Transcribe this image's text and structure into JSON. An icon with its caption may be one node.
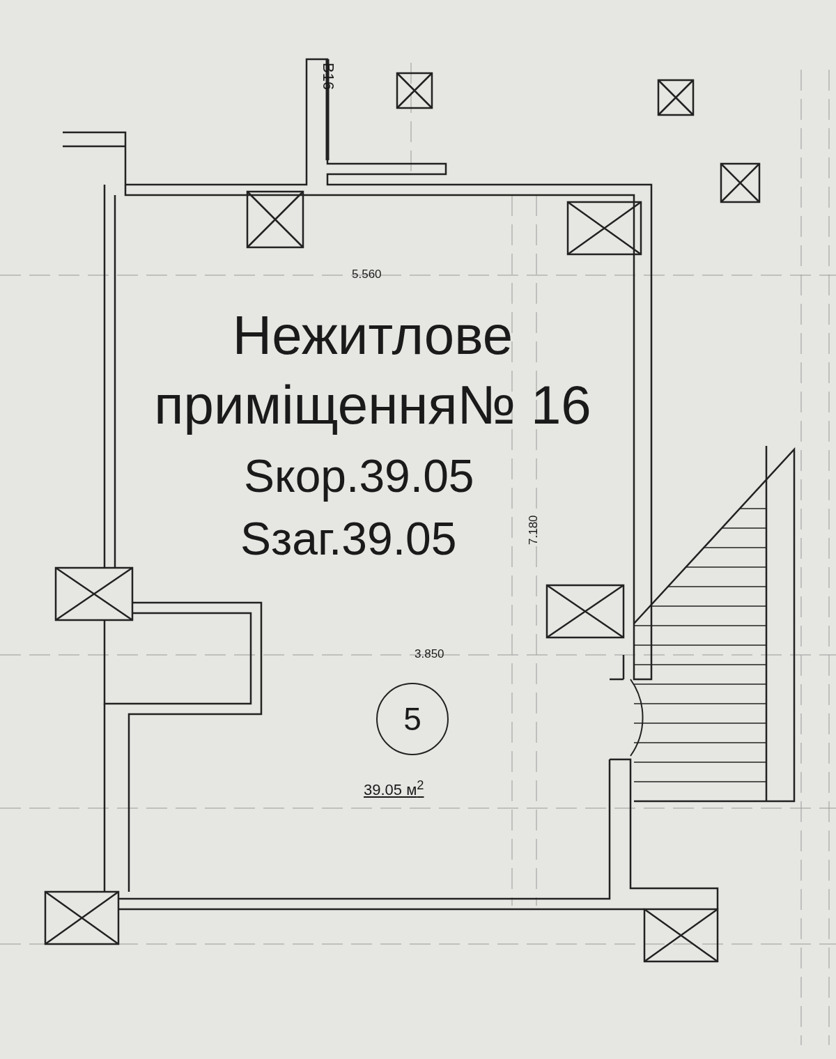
{
  "diagram": {
    "nodes": [
      {
        "text": [
          "5"
        ]
      }
    ],
    "labels": [
      "В16",
      "5.560",
      "Нежитлове приміщення№ 16",
      "Sкор.39.05",
      "Sзаг.39.05",
      "7.180",
      "3.850",
      "39.05 м$^{2}$"
    ]
  }
}
